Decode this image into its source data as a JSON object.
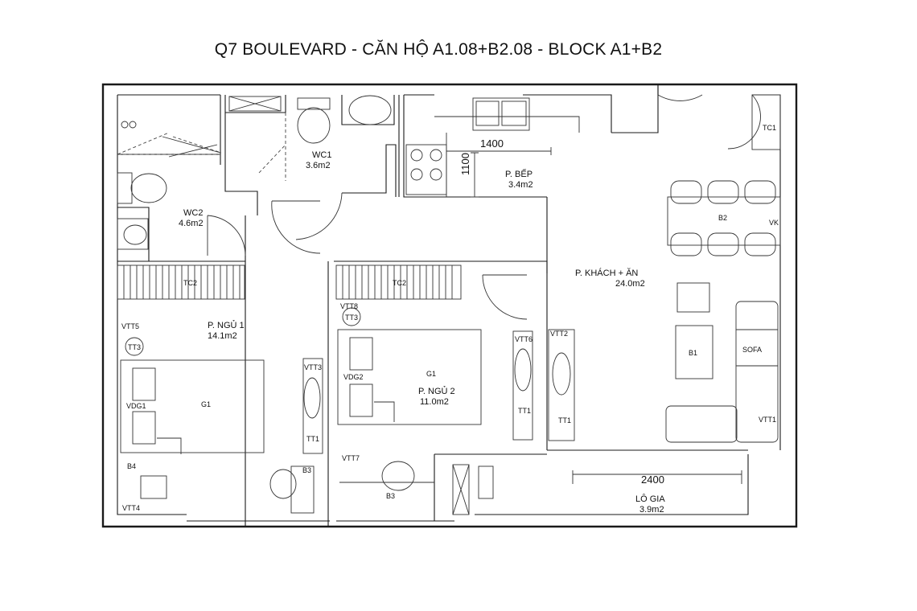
{
  "title": "Q7 BOULEVARD - CĂN HỘ A1.08+B2.08 - BLOCK A1+B2",
  "rooms": {
    "wc1": {
      "name": "WC1",
      "area": "3.6m2"
    },
    "wc2": {
      "name": "WC2",
      "area": "4.6m2"
    },
    "kitchen": {
      "name": "P. BẾP",
      "area": "3.4m2"
    },
    "living": {
      "name": "P. KHÁCH + ĂN",
      "area": "24.0m2"
    },
    "bed1": {
      "name": "P. NGỦ 1",
      "area": "14.1m2"
    },
    "bed2": {
      "name": "P. NGỦ 2",
      "area": "11.0m2"
    },
    "loggia": {
      "name": "LÔ GIA",
      "area": "3.9m2"
    }
  },
  "dimensions": {
    "kitchen_w": "1400",
    "kitchen_h": "1100",
    "loggia_w": "2400"
  },
  "tags": {
    "tc1": "TC1",
    "vk": "VK",
    "b2": "B2",
    "b1": "B1",
    "sofa": "SOFA",
    "vtt1_living": "VTT1",
    "tc2_bed1": "TC2",
    "tc2_bed2": "TC2",
    "vtt5": "VTT5",
    "tt3_bed1": "TT3",
    "vdg1": "VDG1",
    "g1_bed1": "G1",
    "vtt3": "VTT3",
    "tt1_bed1": "TT1",
    "b4": "B4",
    "vtt4": "VTT4",
    "b3_bed1": "B3",
    "vtt8": "VTT8",
    "tt3_bed2": "TT3",
    "vdg2": "VDG2",
    "g1_bed2": "G1",
    "vtt6": "VTT6",
    "tt1_bed2": "TT1",
    "vtt7": "VTT7",
    "b3_bed2": "B3",
    "vtt2": "VTT2",
    "tt1_living": "TT1"
  }
}
